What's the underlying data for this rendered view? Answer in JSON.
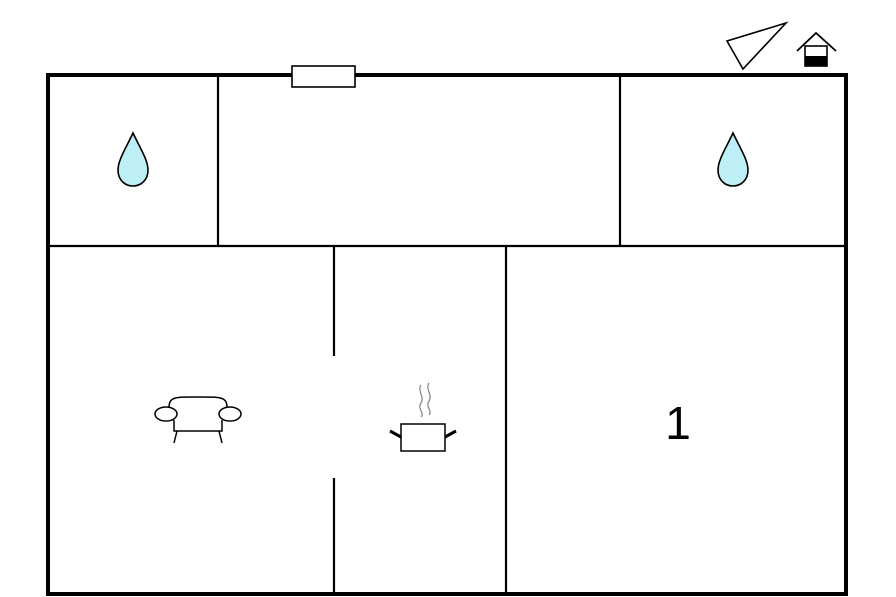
{
  "plan": {
    "rooms": [
      {
        "id": "bathroom-left",
        "icon": "water-drop-icon",
        "label": ""
      },
      {
        "id": "hall",
        "icon": "",
        "label": ""
      },
      {
        "id": "bathroom-right",
        "icon": "water-drop-icon",
        "label": ""
      },
      {
        "id": "living-room",
        "icon": "sofa-icon",
        "label": ""
      },
      {
        "id": "kitchen",
        "icon": "cooking-pot-icon",
        "label": ""
      },
      {
        "id": "bedroom",
        "icon": "",
        "label": "1"
      }
    ],
    "symbols": [
      "compass-north-arrow-icon",
      "floor-level-house-icon",
      "window-icon"
    ],
    "colors": {
      "wall": "#000000",
      "background": "#ffffff",
      "water": "#bfeff6",
      "steam": "#8c8c8c"
    }
  }
}
